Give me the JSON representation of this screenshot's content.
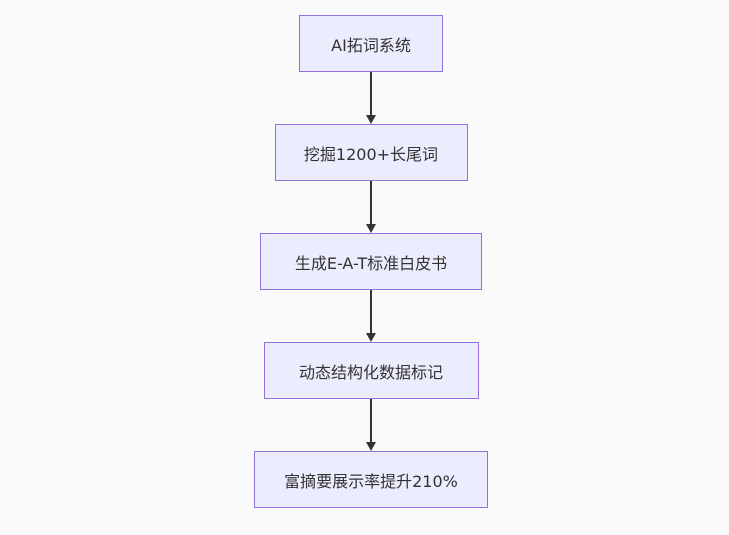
{
  "diagram": {
    "type": "flowchart",
    "direction": "top-down",
    "nodes": [
      {
        "id": "node-1",
        "label": "AI拓词系统"
      },
      {
        "id": "node-2",
        "label": "挖掘1200+长尾词"
      },
      {
        "id": "node-3",
        "label": "生成E-A-T标准白皮书"
      },
      {
        "id": "node-4",
        "label": "动态结构化数据标记"
      },
      {
        "id": "node-5",
        "label": "富摘要展示率提升210%"
      }
    ],
    "edges": [
      {
        "from": 0,
        "to": 1,
        "style": "arrow-down"
      },
      {
        "from": 1,
        "to": 2,
        "style": "arrow-down"
      },
      {
        "from": 2,
        "to": 3,
        "style": "arrow-down"
      },
      {
        "from": 3,
        "to": 4,
        "style": "arrow-down"
      }
    ],
    "colors": {
      "node_fill": "#ececff",
      "node_border": "#9370db",
      "arrow": "#333333",
      "text": "#333333",
      "background": "#fafafa"
    }
  }
}
